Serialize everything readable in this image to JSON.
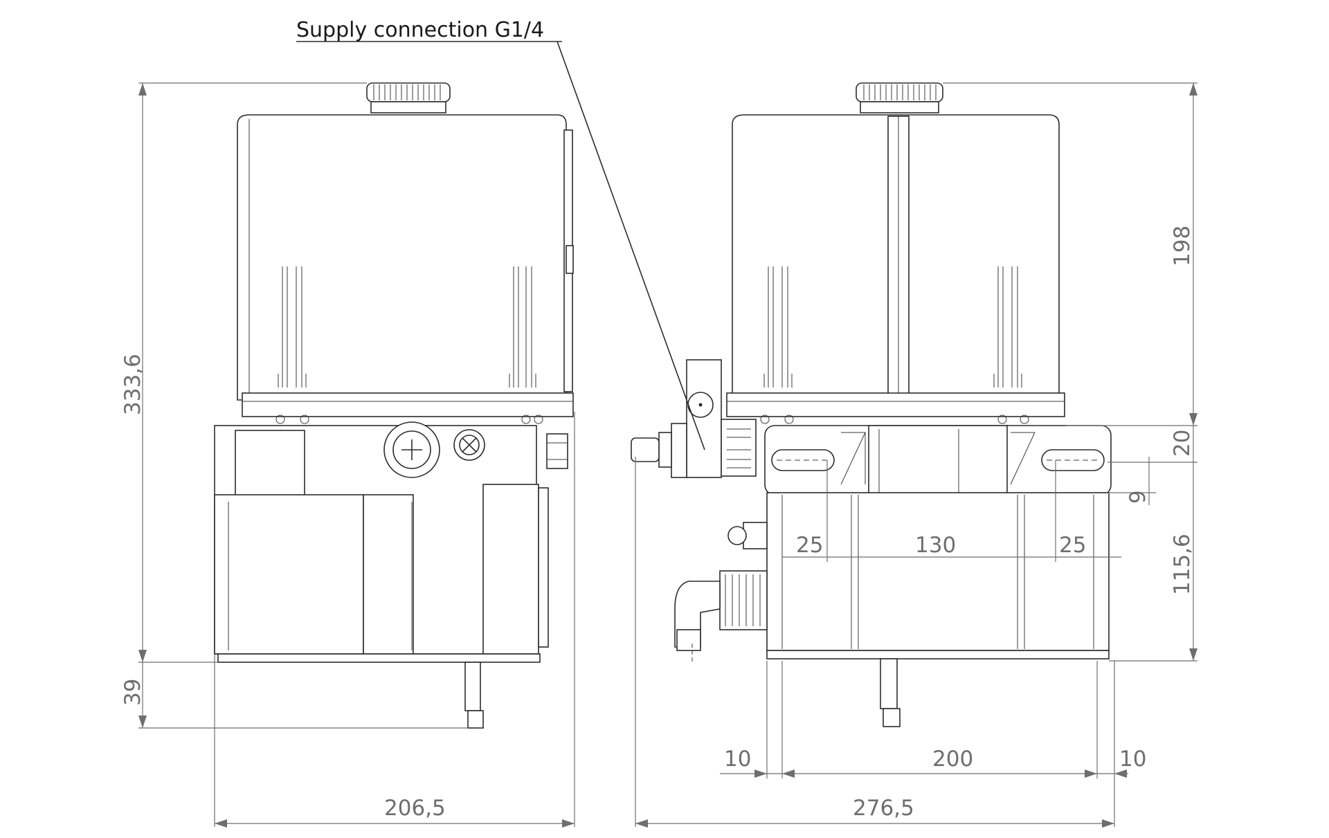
{
  "callout": {
    "label": "Supply connection   G1/4"
  },
  "dimensions": {
    "left_width": "206,5",
    "left_total_height": "333,6",
    "left_spigot": "39",
    "right_width": "276,5",
    "right_tank_height": "198",
    "right_upper_band": "20",
    "right_slot_offset": "9",
    "right_base_height": "115,6",
    "hole_span_left": "25",
    "hole_span_mid": "130",
    "hole_span_right": "25",
    "bottom_left_margin": "10",
    "bottom_span": "200",
    "bottom_right_margin": "10"
  }
}
